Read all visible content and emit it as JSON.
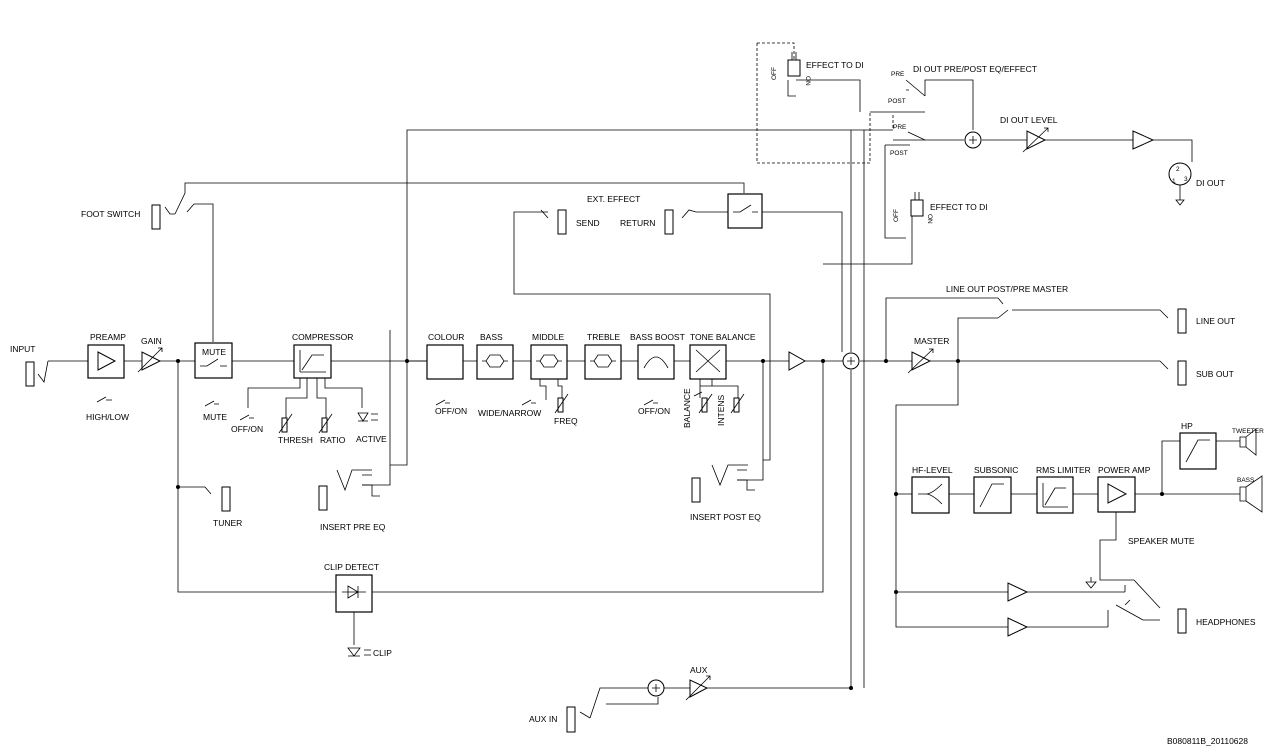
{
  "labels": {
    "input": "INPUT",
    "preamp": "PREAMP",
    "high_low": "HIGH/LOW",
    "gain": "GAIN",
    "mute": "MUTE",
    "mute_switch": "MUTE",
    "compressor": "COMPRESSOR",
    "comp_off_on": "OFF/ON",
    "thresh": "THRESH",
    "ratio": "RATIO",
    "active": "ACTIVE",
    "foot_switch": "FOOT SWITCH",
    "tuner": "TUNER",
    "insert_pre_eq": "INSERT PRE EQ",
    "clip_detect": "CLIP DETECT",
    "clip": "CLIP",
    "aux_in": "AUX IN",
    "aux": "AUX",
    "colour": "COLOUR",
    "colour_off_on": "OFF/ON",
    "bass": "BASS",
    "middle": "MIDDLE",
    "wide_narrow": "WIDE/NARROW",
    "freq": "FREQ",
    "treble": "TREBLE",
    "bass_boost": "BASS BOOST",
    "boost_off_on": "OFF/ON",
    "tone_balance": "TONE BALANCE",
    "balance": "BALANCE",
    "intens": "INTENS",
    "insert_post_eq": "INSERT POST EQ",
    "ext_effect": "EXT. EFFECT",
    "send": "SEND",
    "return": "RETURN",
    "effect_to_di_top": "EFFECT TO DI",
    "effect_to_di_bottom": "EFFECT TO DI",
    "off": "OFF",
    "on": "ON",
    "di_out_pre_post": "DI OUT PRE/POST EQ/EFFECT",
    "pre": "PRE",
    "post": "POST",
    "di_out_level": "DI OUT LEVEL",
    "di_out": "DI OUT",
    "line_out_post_pre": "LINE OUT POST/PRE MASTER",
    "master": "MASTER",
    "line_out": "LINE OUT",
    "sub_out": "SUB OUT",
    "hf_level": "HF-LEVEL",
    "subsonic": "SUBSONIC",
    "rms_limiter": "RMS LIMITER",
    "power_amp": "POWER AMP",
    "hp": "HP",
    "tweeter": "TWEETER",
    "bass_speaker": "BASS",
    "speaker_mute": "SPEAKER MUTE",
    "headphones": "HEADPHONES",
    "doc_id": "B080811B_20110628",
    "xlr_pin2": "2",
    "xlr_pin1": "1",
    "xlr_pin3": "3"
  }
}
